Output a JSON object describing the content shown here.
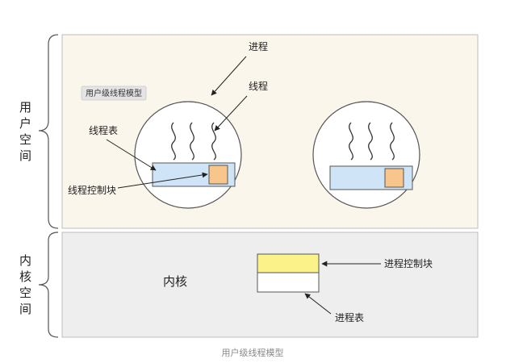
{
  "user_space": {
    "side_label": [
      "用",
      "户",
      "空",
      "间"
    ],
    "tag": "用户级线程模型",
    "annotations": {
      "process": "进程",
      "thread": "线程",
      "thread_table": "线程表",
      "thread_control_block": "线程控制块"
    },
    "colors": {
      "background": "#fbf6ec",
      "table_fill": "#cfe5f7",
      "block_fill": "#f8c58c"
    }
  },
  "kernel_space": {
    "side_label": [
      "内",
      "核",
      "空",
      "间"
    ],
    "title": "内核",
    "annotations": {
      "process_control_block": "进程控制块",
      "process_table": "进程表"
    },
    "colors": {
      "background": "#eeeeee",
      "pcb_fill": "#fbf28a"
    }
  },
  "caption": "用户级线程模型"
}
